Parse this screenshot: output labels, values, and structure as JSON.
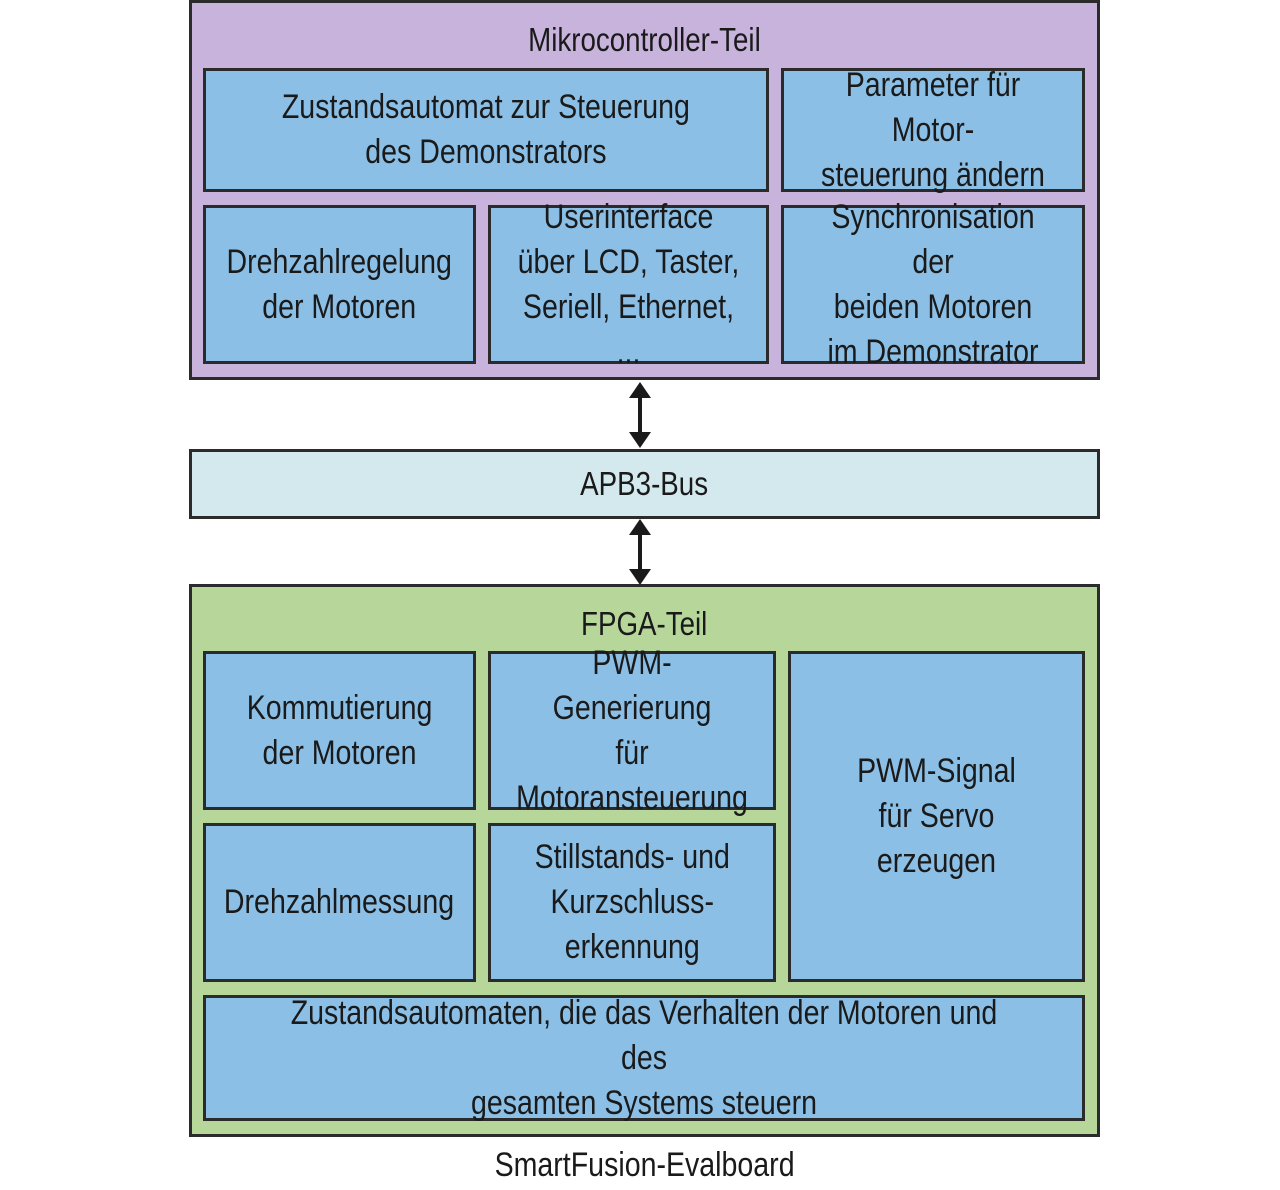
{
  "microcontroller": {
    "title": "Mikrocontroller-Teil",
    "blocks": [
      "Zustandsautomat zur Steuerung\ndes Demonstrators",
      "Parameter für Motor-\nsteuerung ändern",
      "Drehzahlregelung\nder Motoren",
      "Userinterface\nüber LCD, Taster,\nSeriell, Ethernet, ...",
      "Synchronisation der\nbeiden Motoren\nim Demonstrator"
    ]
  },
  "bus": {
    "label": "APB3-Bus"
  },
  "fpga": {
    "title": "FPGA-Teil",
    "blocks": [
      "Kommutierung\nder Motoren",
      "PWM-Generierung\nfür\nMotoransteuerung",
      "PWM-Signal\nfür Servo\nerzeugen",
      "Drehzahlmessung",
      "Stillstands- und\nKurzschluss-\nerkennung",
      "Zustandsautomaten, die das Verhalten der Motoren und des\ngesamten Systems steuern"
    ]
  },
  "board_caption": "SmartFusion-Evalboard",
  "colors": {
    "microcontroller_bg": "#c7b3dc",
    "fpga_bg": "#b7d79a",
    "block_bg": "#8bbfe6",
    "bus_bg": "#d3e9ee",
    "border": "#2b2b2b"
  }
}
